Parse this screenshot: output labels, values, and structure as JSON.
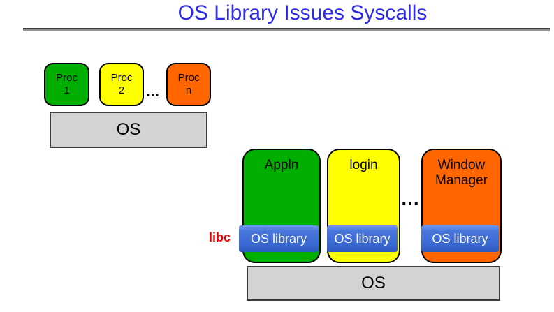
{
  "title": "OS Library Issues Syscalls",
  "colors": {
    "title_blue": "#2B2BE8",
    "green": "#00AF00",
    "yellow": "#FFFF00",
    "orange": "#FF6600",
    "os_gray": "#D3D3D3",
    "lib_band_blue": "#3A68D2",
    "libc_red": "#EE0000"
  },
  "top_cluster": {
    "procs": [
      {
        "line1": "Proc",
        "line2": "1",
        "color": "#00AF00"
      },
      {
        "line1": "Proc",
        "line2": "2",
        "color": "#FFFF00"
      },
      {
        "line1": "Proc",
        "line2": "n",
        "color": "#FF6600"
      }
    ],
    "dots": "...",
    "os_label": "OS"
  },
  "bottom_cluster": {
    "apps": [
      {
        "label": "Appln",
        "color": "#00AF00",
        "lib_label": "OS library"
      },
      {
        "label": "login",
        "color": "#FFFF00",
        "lib_label": "OS library"
      },
      {
        "label": "Window Manager",
        "color": "#FF6600",
        "lib_label": "OS library"
      }
    ],
    "dots": "...",
    "libc_label": "libc",
    "os_label": "OS"
  }
}
